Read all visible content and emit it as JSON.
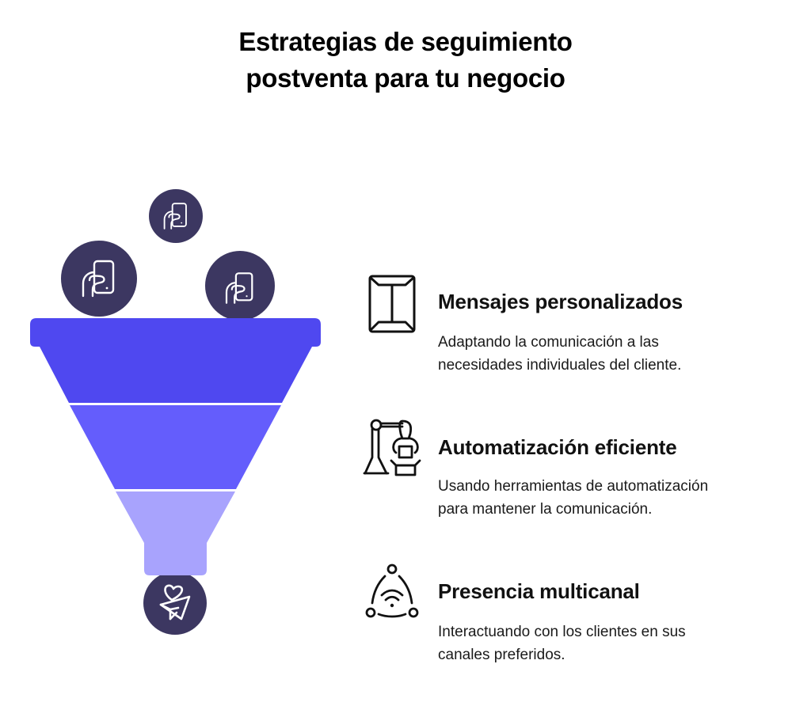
{
  "title": {
    "line1": "Estrategias de seguimiento",
    "line2": "postventa para tu negocio"
  },
  "colors": {
    "background": "#ffffff",
    "circle_fill": "#3c3761",
    "icon_stroke_light": "#ffffff",
    "funnel_stage_1": "#4f48f0",
    "funnel_stage_2": "#645dfc",
    "funnel_stage_3": "#a8a3fd",
    "text_dark": "#111111",
    "icon_stroke_dark": "#111111"
  },
  "funnel": {
    "input_icons": [
      {
        "name": "phone-hand-icon",
        "size": "small",
        "position": "top-center"
      },
      {
        "name": "phone-hand-icon",
        "size": "large",
        "position": "left"
      },
      {
        "name": "phone-hand-icon",
        "size": "medium",
        "position": "right"
      }
    ],
    "stages": [
      {
        "level": 1,
        "color": "#4f48f0"
      },
      {
        "level": 2,
        "color": "#645dfc"
      },
      {
        "level": 3,
        "color": "#a8a3fd"
      }
    ],
    "output_icon": {
      "name": "heart-paper-plane-icon"
    }
  },
  "chart_data": {
    "type": "funnel",
    "title": "Estrategias de seguimiento postventa para tu negocio",
    "stages": [
      {
        "label": "Mensajes personalizados",
        "description": "Adaptando la comunicación a las necesidades individuales del cliente.",
        "icon": "envelope-icon"
      },
      {
        "label": "Automatización eficiente",
        "description": "Usando herramientas de automatización para mantener la comunicación.",
        "icon": "robotic-arm-icon"
      },
      {
        "label": "Presencia multicanal",
        "description": "Interactuando con los clientes en sus canales preferidos.",
        "icon": "multichannel-network-icon"
      }
    ]
  },
  "items": [
    {
      "heading": "Mensajes personalizados",
      "desc_line1": "Adaptando la comunicación a las",
      "desc_line2": "necesidades individuales del cliente.",
      "icon": "envelope-icon"
    },
    {
      "heading": "Automatización eficiente",
      "desc_line1": "Usando herramientas de automatización",
      "desc_line2": "para mantener la comunicación.",
      "icon": "robotic-arm-icon"
    },
    {
      "heading": "Presencia multicanal",
      "desc_line1": "Interactuando con los clientes en sus",
      "desc_line2": "canales preferidos.",
      "icon": "multichannel-network-icon"
    }
  ]
}
